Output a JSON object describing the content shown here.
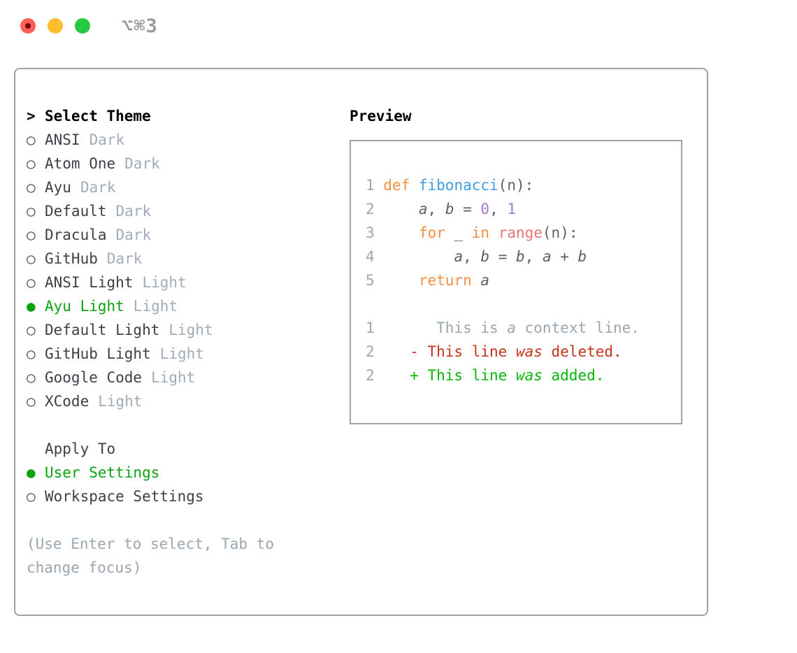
{
  "window": {
    "shortcut": "⌥⌘3"
  },
  "colors": {
    "traffic_red": "#FF5F57",
    "traffic_yellow": "#FEBC2E",
    "traffic_green": "#28C840",
    "border_gray": "#9AA4AE",
    "text_dark": "#3C4147",
    "muted_gray": "#9AA6B2",
    "selection_green": "#0BA40E",
    "diff_added_green": "#05B505",
    "diff_deleted_red": "#C9311B",
    "keyword_orange": "#FA8D3E",
    "function_blue": "#399EE6",
    "number_purple": "#A37ACC",
    "builtin_coral": "#F07171"
  },
  "icons": {
    "prompt": ">",
    "radio_unselected": "○",
    "radio_selected": "●"
  },
  "left": {
    "title": "Select Theme",
    "themes": [
      {
        "name": "ANSI",
        "variant": "Dark",
        "selected": false
      },
      {
        "name": "Atom One",
        "variant": "Dark",
        "selected": false
      },
      {
        "name": "Ayu",
        "variant": "Dark",
        "selected": false
      },
      {
        "name": "Default",
        "variant": "Dark",
        "selected": false
      },
      {
        "name": "Dracula",
        "variant": "Dark",
        "selected": false
      },
      {
        "name": "GitHub",
        "variant": "Dark",
        "selected": false
      },
      {
        "name": "ANSI Light",
        "variant": "Light",
        "selected": false
      },
      {
        "name": "Ayu Light",
        "variant": "Light",
        "selected": true
      },
      {
        "name": "Default Light",
        "variant": "Light",
        "selected": false
      },
      {
        "name": "GitHub Light",
        "variant": "Light",
        "selected": false
      },
      {
        "name": "Google Code",
        "variant": "Light",
        "selected": false
      },
      {
        "name": "XCode",
        "variant": "Light",
        "selected": false
      }
    ],
    "apply_to": {
      "title": "Apply To",
      "options": [
        {
          "label": "User Settings",
          "selected": true
        },
        {
          "label": "Workspace Settings",
          "selected": false
        }
      ]
    },
    "hint": "(Use Enter to select, Tab to change focus)"
  },
  "preview": {
    "title": "Preview",
    "lines": [
      [
        {
          "s": "ln",
          "t": "1 "
        },
        {
          "s": "kw",
          "t": "def "
        },
        {
          "s": "fn",
          "t": "fibonacci"
        },
        {
          "s": "pl",
          "t": "(n):"
        }
      ],
      [
        {
          "s": "ln",
          "t": "2 "
        },
        {
          "s": "pl",
          "t": "    "
        },
        {
          "s": "id",
          "t": "a"
        },
        {
          "s": "pl",
          "t": ", "
        },
        {
          "s": "id",
          "t": "b"
        },
        {
          "s": "pl",
          "t": " = "
        },
        {
          "s": "num",
          "t": "0"
        },
        {
          "s": "pl",
          "t": ", "
        },
        {
          "s": "num",
          "t": "1"
        }
      ],
      [
        {
          "s": "ln",
          "t": "3 "
        },
        {
          "s": "pl",
          "t": "    "
        },
        {
          "s": "kw",
          "t": "for "
        },
        {
          "s": "pl",
          "t": "_ "
        },
        {
          "s": "kw",
          "t": "in "
        },
        {
          "s": "coral",
          "t": "range"
        },
        {
          "s": "pl",
          "t": "(n):"
        }
      ],
      [
        {
          "s": "ln",
          "t": "4 "
        },
        {
          "s": "pl",
          "t": "        "
        },
        {
          "s": "id",
          "t": "a"
        },
        {
          "s": "pl",
          "t": ", "
        },
        {
          "s": "id",
          "t": "b"
        },
        {
          "s": "pl",
          "t": " = "
        },
        {
          "s": "id",
          "t": "b"
        },
        {
          "s": "pl",
          "t": ", "
        },
        {
          "s": "id",
          "t": "a"
        },
        {
          "s": "pl",
          "t": " + "
        },
        {
          "s": "id",
          "t": "b"
        }
      ],
      [
        {
          "s": "ln",
          "t": "5 "
        },
        {
          "s": "pl",
          "t": "    "
        },
        {
          "s": "kw",
          "t": "return "
        },
        {
          "s": "id",
          "t": "a"
        }
      ],
      [],
      [
        {
          "s": "ln",
          "t": "1       "
        },
        {
          "s": "ctx",
          "t": "This is "
        },
        {
          "s": "ctx-it",
          "t": "a"
        },
        {
          "s": "ctx",
          "t": " context line."
        }
      ],
      [
        {
          "s": "ln",
          "t": "2    "
        },
        {
          "s": "del",
          "t": "- This line "
        },
        {
          "s": "del-it",
          "t": "was"
        },
        {
          "s": "del",
          "t": " deleted."
        }
      ],
      [
        {
          "s": "ln",
          "t": "2    "
        },
        {
          "s": "add",
          "t": "+ This line "
        },
        {
          "s": "add-it",
          "t": "was"
        },
        {
          "s": "add",
          "t": " added."
        }
      ]
    ]
  }
}
